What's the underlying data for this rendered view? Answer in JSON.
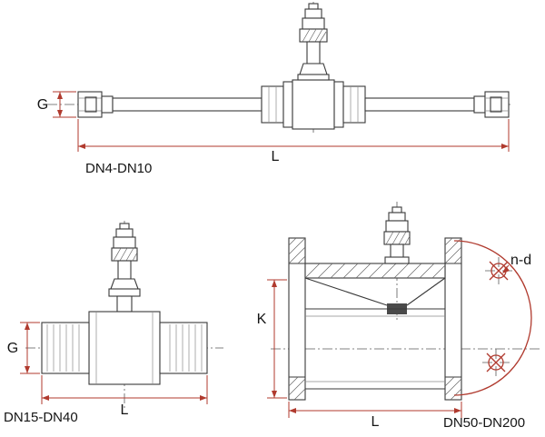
{
  "diagram": {
    "colors": {
      "drawing_line": "#3a3a3a",
      "dimension_line": "#b03a2e",
      "centerline": "#5a5a5a"
    },
    "views": {
      "top": {
        "caption": "DN4-DN10",
        "dims": {
          "g": "G",
          "l": "L"
        }
      },
      "bottom_left": {
        "caption": "DN15-DN40",
        "dims": {
          "g": "G",
          "l": "L"
        }
      },
      "bottom_right": {
        "caption": "DN50-DN200",
        "dims": {
          "k": "K",
          "l": "L",
          "bolt_holes": "n-d"
        }
      }
    }
  }
}
